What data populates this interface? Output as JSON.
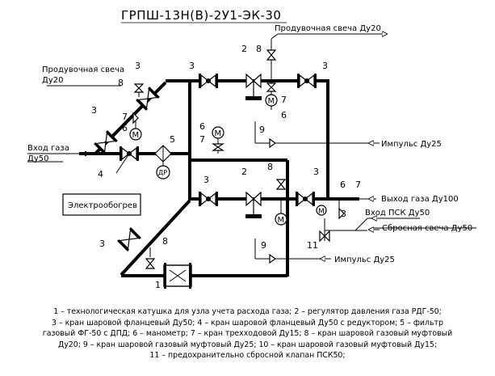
{
  "title": "ГРПШ-13Н(В)-2У1-ЭК-30",
  "labels": {
    "purge_top": "Продувочная свеча Ду20",
    "purge_left_1": "Продувочная свеча",
    "purge_left_2": "Ду20",
    "inlet_1": "Вход газа",
    "inlet_2": "Ду50",
    "impulse_top": "Импульс Ду25",
    "impulse_bottom": "Импульс Ду25",
    "outlet": "Выход газа Ду100",
    "psk_inlet": "Вход ПСК Ду50",
    "relief": "Сбросная свеча Ду50",
    "heater": "Электрообогрев"
  },
  "numbers": {
    "n1": "1",
    "n2": "2",
    "n3": "3",
    "n4": "4",
    "n5": "5",
    "n6": "6",
    "n7": "7",
    "n8": "8",
    "n9": "9",
    "n11": "11"
  },
  "legend": [
    "1 – технологическая катушка для узла учета расхода газа; 2 – регулятор давления газа РДГ-50;",
    "3 – кран шаровой фланцевый Ду50; 4 – кран шаровой фланцевый Ду50 с редуктором; 5 – фильтр",
    "газовый ФГ-50 с ДПД; 6 – манометр; 7 – кран трехходовой Ду15; 8 – кран шаровой газовый муфтовый",
    "Ду20; 9 – кран шаровой газовый муфтовый Ду25; 10 – кран шаровой газовый муфтовый Ду15;",
    "11 – предохранительно сбросной клапан ПСК50;"
  ]
}
